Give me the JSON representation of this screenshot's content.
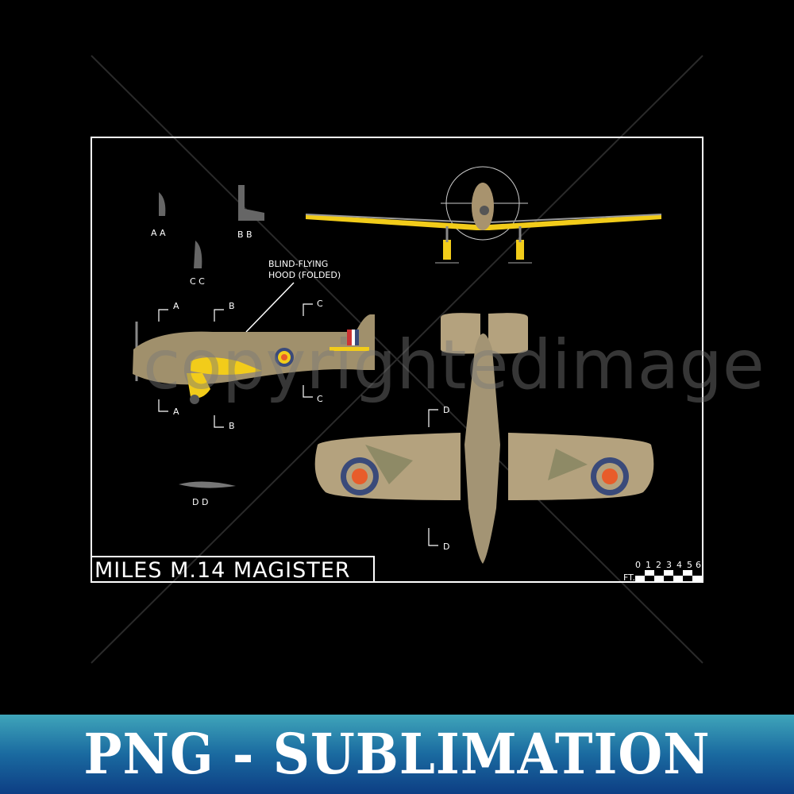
{
  "drawing": {
    "title": "MILES M.14 MAGISTER",
    "callout": [
      "BLIND-FLYING",
      "HOOD (FOLDED)"
    ],
    "sections": {
      "a": "A A",
      "b": "B B",
      "c": "C C",
      "d": "D D"
    },
    "section_markers": [
      "A",
      "B",
      "C",
      "D"
    ],
    "scale": {
      "unit": "FT.",
      "ticks": [
        "0",
        "1",
        "2",
        "3",
        "4",
        "5",
        "6"
      ]
    },
    "colors": {
      "camo_tan": "#b4a27e",
      "camo_green": "#8e8a66",
      "trainer_yellow": "#f2cc1a",
      "roundel_blue": "#3a4a7a",
      "roundel_red": "#e85c2a"
    }
  },
  "watermark": "copyrightedimage",
  "banner": {
    "text": "PNG - SUBLIMATION"
  }
}
